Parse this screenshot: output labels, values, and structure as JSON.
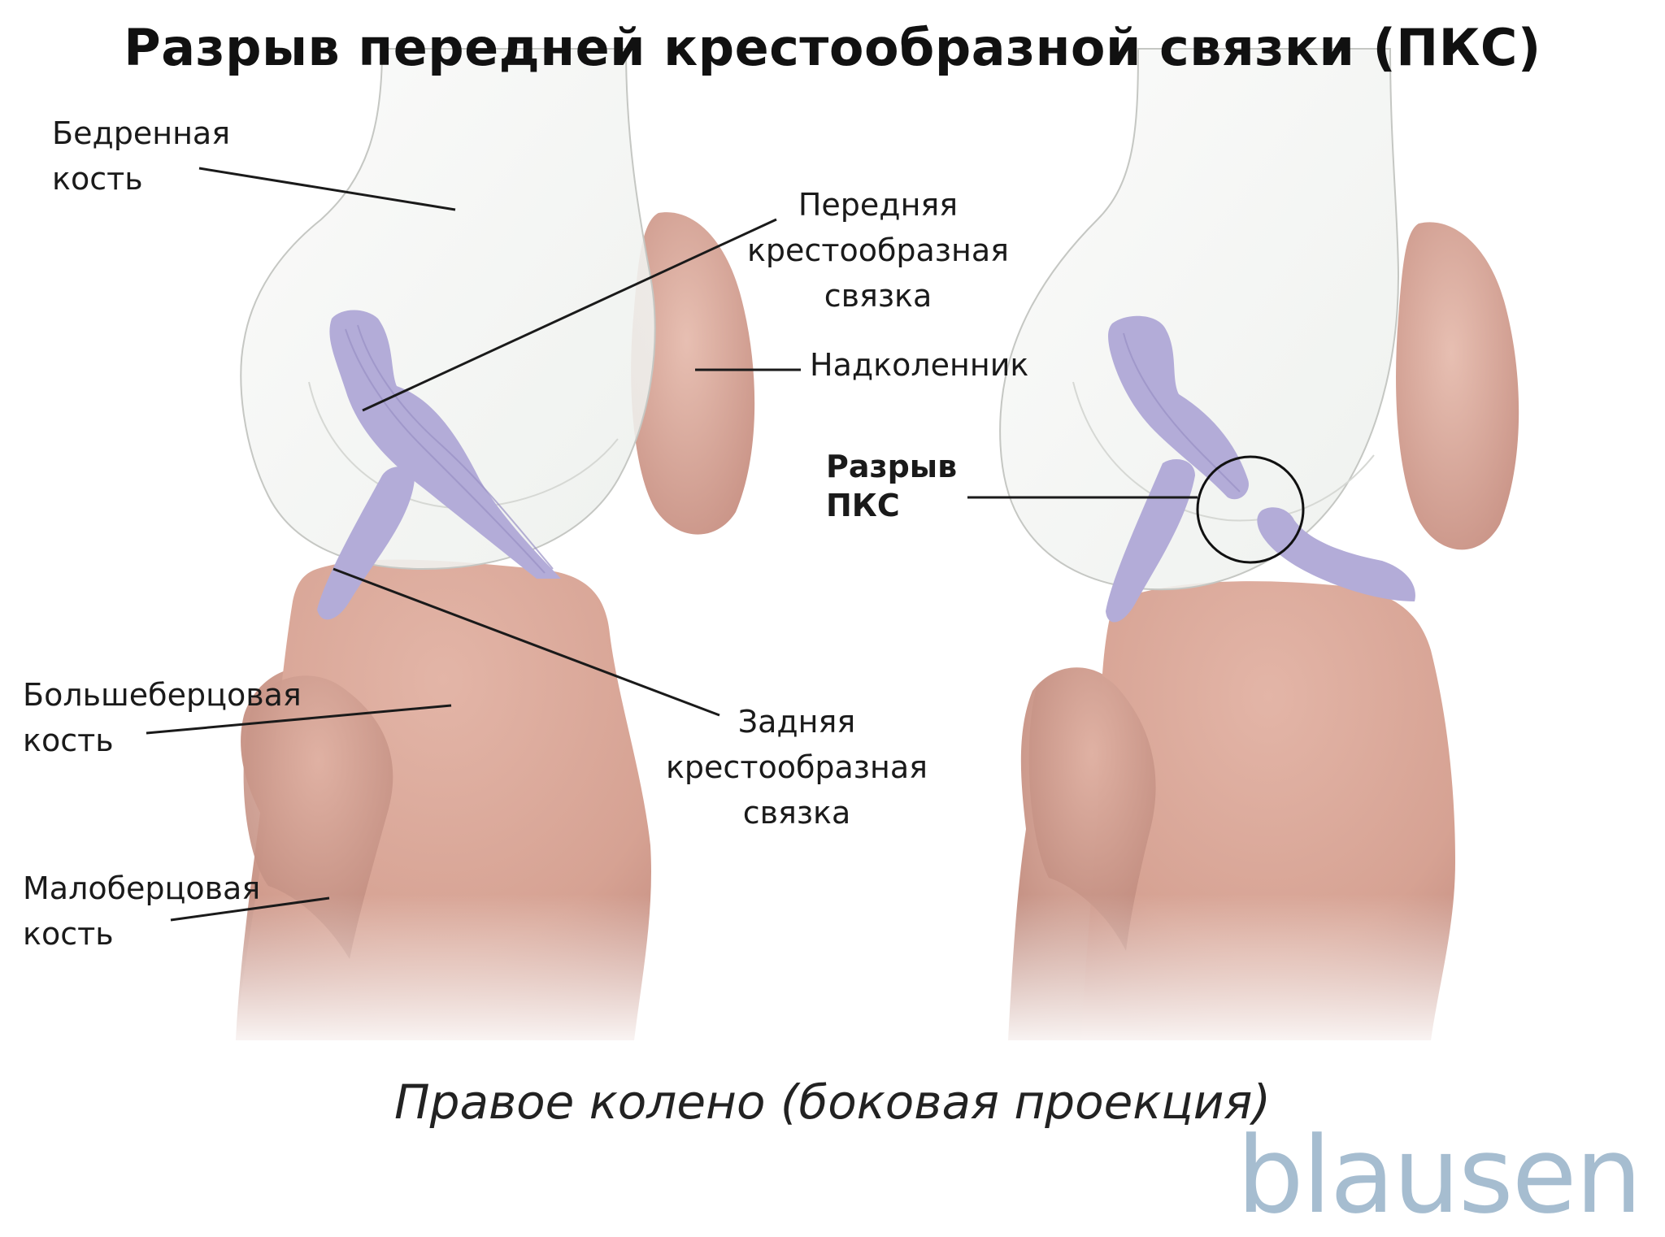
{
  "title": "Разрыв передней крестообразной связки (ПКС)",
  "labels": {
    "femur": [
      "Бедренная",
      "кость"
    ],
    "acl": [
      "Передняя",
      "крестообразная",
      "связка"
    ],
    "patella": "Надколенник",
    "acl_tear": [
      "Разрыв",
      "ПКС"
    ],
    "tibia": [
      "Большеберцовая",
      "кость"
    ],
    "pcl": [
      "Задняя",
      "крестообразная",
      "связка"
    ],
    "fibula": [
      "Малоберцовая",
      "кость"
    ]
  },
  "caption": "Правое колено (боковая проекция)",
  "brand": "blausen",
  "colors": {
    "bone": "#f3f3f1",
    "bone_outline": "#c9c9c6",
    "flesh": "#d8a698",
    "flesh_dark": "#b9837a",
    "ligament": "#b3acd8",
    "ligament_stripe": "#9890c4",
    "brand": "#a6bdd0"
  }
}
